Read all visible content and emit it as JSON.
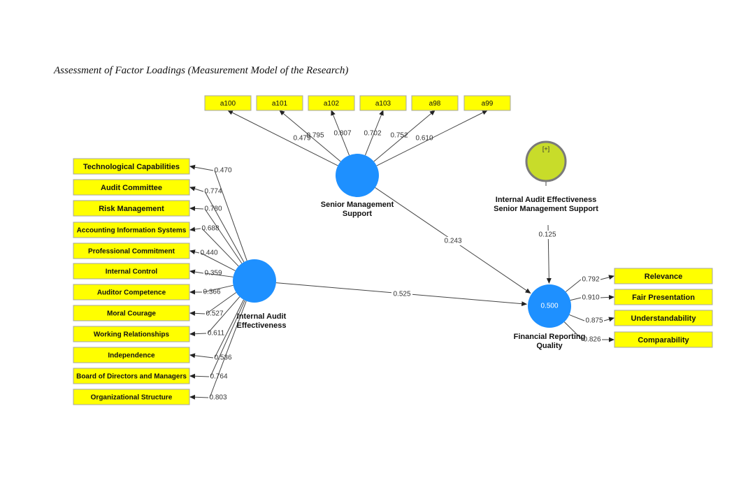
{
  "title": "Assessment of Factor Loadings (Measurement Model of the Research)",
  "colors": {
    "indicator": "#ffff00",
    "construct": "#1e90ff",
    "moderator": "#c8dc2a"
  },
  "constructs": {
    "sms": {
      "label_lines": [
        "Senior Management",
        "Support"
      ]
    },
    "iae": {
      "label_lines": [
        "Internal Audit",
        "Effectiveness"
      ]
    },
    "frq": {
      "label_lines": [
        "Financial Reporting",
        "Quality"
      ],
      "r2": "0.500"
    },
    "mod": {
      "label_lines": [
        "Internal Audit Effectiveness",
        "Senior Management Support"
      ],
      "symbol": "[+]"
    }
  },
  "sms_indicators": [
    {
      "name": "a100",
      "loading": "0.479"
    },
    {
      "name": "a101",
      "loading": "0.795"
    },
    {
      "name": "a102",
      "loading": "0.807"
    },
    {
      "name": "a103",
      "loading": "0.702"
    },
    {
      "name": "a98",
      "loading": "0.752"
    },
    {
      "name": "a99",
      "loading": "0.610"
    }
  ],
  "iae_indicators": [
    {
      "name": "Technological Capabilities",
      "loading": "0.470"
    },
    {
      "name": "Audit Committee",
      "loading": "0.774"
    },
    {
      "name": "Risk Management",
      "loading": "0.780"
    },
    {
      "name": "Accounting Information Systems",
      "loading": "0.688"
    },
    {
      "name": "Professional Commitment",
      "loading": "0.440"
    },
    {
      "name": "Internal Control",
      "loading": "0.359"
    },
    {
      "name": "Auditor Competence",
      "loading": "0.366"
    },
    {
      "name": "Moral Courage",
      "loading": "0.527"
    },
    {
      "name": "Working Relationships",
      "loading": "0.611"
    },
    {
      "name": "Independence",
      "loading": "0.536"
    },
    {
      "name": "Board of Directors and Managers",
      "loading": "0.764"
    },
    {
      "name": "Organizational Structure",
      "loading": "0.803"
    }
  ],
  "frq_indicators": [
    {
      "name": "Relevance",
      "loading": "0.792"
    },
    {
      "name": "Fair Presentation",
      "loading": "0.910"
    },
    {
      "name": "Understandability",
      "loading": "0.875"
    },
    {
      "name": "Comparability",
      "loading": "0.826"
    }
  ],
  "paths": {
    "sms_to_frq": "0.243",
    "iae_to_frq": "0.525",
    "mod_to_frq": "0.125"
  }
}
